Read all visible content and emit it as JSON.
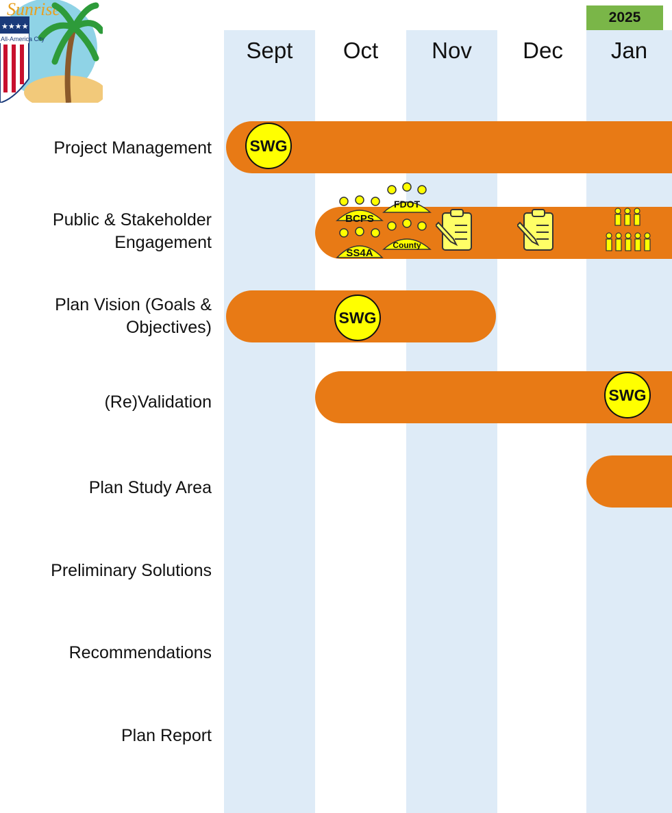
{
  "header": {
    "year": "2025",
    "months": [
      "Sept",
      "Oct",
      "Nov",
      "Dec",
      "Jan"
    ]
  },
  "logo": {
    "text": "All-America City"
  },
  "rows": [
    {
      "label": "Project Management"
    },
    {
      "label": "Public & Stakeholder\nEngagement"
    },
    {
      "label": "Plan Vision (Goals &\nObjectives)"
    },
    {
      "label": "(Re)Validation"
    },
    {
      "label": "Plan Study Area"
    },
    {
      "label": "Preliminary Solutions"
    },
    {
      "label": "Recommendations"
    },
    {
      "label": "Plan Report"
    }
  ],
  "milestones": {
    "swg": "SWG",
    "meeting_groups": [
      "BCPS",
      "SS4A",
      "FDOT",
      "County"
    ]
  },
  "colors": {
    "bar": "#e87a15",
    "column": "#deebf7",
    "year_badge": "#7ab648",
    "badge": "#ffff00"
  }
}
